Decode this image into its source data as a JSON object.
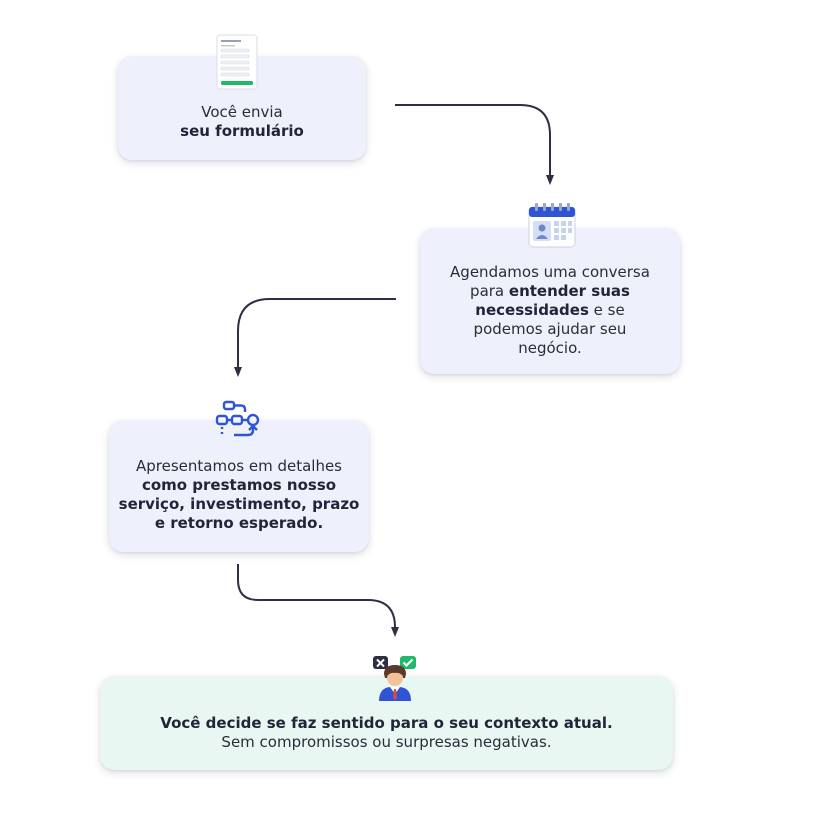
{
  "steps": [
    {
      "icon": "form-document-icon",
      "line1": "Você envia",
      "line2": "seu formulário"
    },
    {
      "icon": "calendar-icon",
      "line1": "Agendamos uma conversa",
      "line2_pre": "para ",
      "line2_bold": "entender suas",
      "line3_bold": "necessidades",
      "line3_post": " e se",
      "line4": "podemos ajudar seu",
      "line5": "negócio."
    },
    {
      "icon": "workflow-icon",
      "line1": "Apresentamos em detalhes",
      "line2": "como prestamos nosso",
      "line3": "serviço, investimento, prazo",
      "line4": "e retorno esperado."
    },
    {
      "icon": "decision-person-icon",
      "line1": "Você decide se faz sentido para o seu contexto atual.",
      "line2": "Sem compromissos ou surpresas negativas."
    }
  ],
  "colors": {
    "card_background": "#eef1fb",
    "final_card_background": "#e8f7f1",
    "arrow": "#2d3044",
    "icon_blue": "#2f55d4",
    "check_green": "#22b86a"
  }
}
